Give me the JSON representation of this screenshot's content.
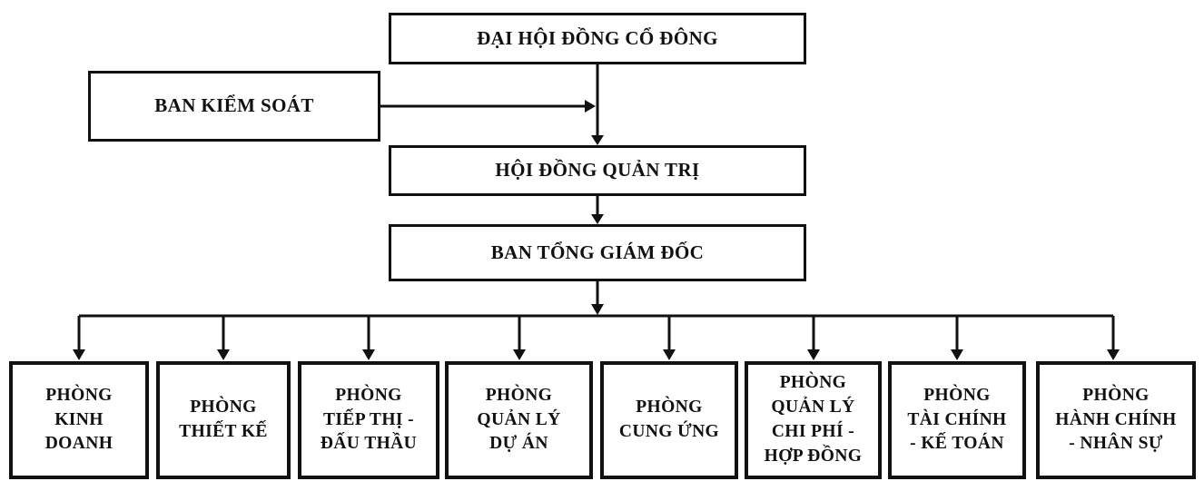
{
  "diagram": {
    "type": "org-chart",
    "colors": {
      "ink": "#111111",
      "background": "#ffffff"
    },
    "nodes": {
      "shareholders": {
        "label": "ĐẠI HỘI ĐỒNG CỔ ĐÔNG"
      },
      "supervisory": {
        "label": "BAN KIỂM SOÁT"
      },
      "board": {
        "label": "HỘI ĐỒNG QUẢN TRỊ"
      },
      "executive": {
        "label": "BAN TỔNG GIÁM ĐỐC"
      }
    },
    "departments": [
      {
        "label": "PHÒNG\nKINH\nDOANH"
      },
      {
        "label": "PHÒNG\nTHIẾT KẾ"
      },
      {
        "label": "PHÒNG\nTIẾP THỊ -\nĐẤU THẦU"
      },
      {
        "label": "PHÒNG\nQUẢN LÝ\nDỰ ÁN"
      },
      {
        "label": "PHÒNG\nCUNG ỨNG"
      },
      {
        "label": "PHÒNG\nQUẢN LÝ\nCHI PHÍ -\nHỢP ĐỒNG"
      },
      {
        "label": "PHÒNG\nTÀI CHÍNH\n- KẾ TOÁN"
      },
      {
        "label": "PHÒNG\nHÀNH CHÍNH\n- NHÂN SỰ"
      }
    ],
    "edges": [
      "shareholders -> board",
      "supervisory -> board-link",
      "board -> executive",
      "executive -> all departments"
    ]
  }
}
